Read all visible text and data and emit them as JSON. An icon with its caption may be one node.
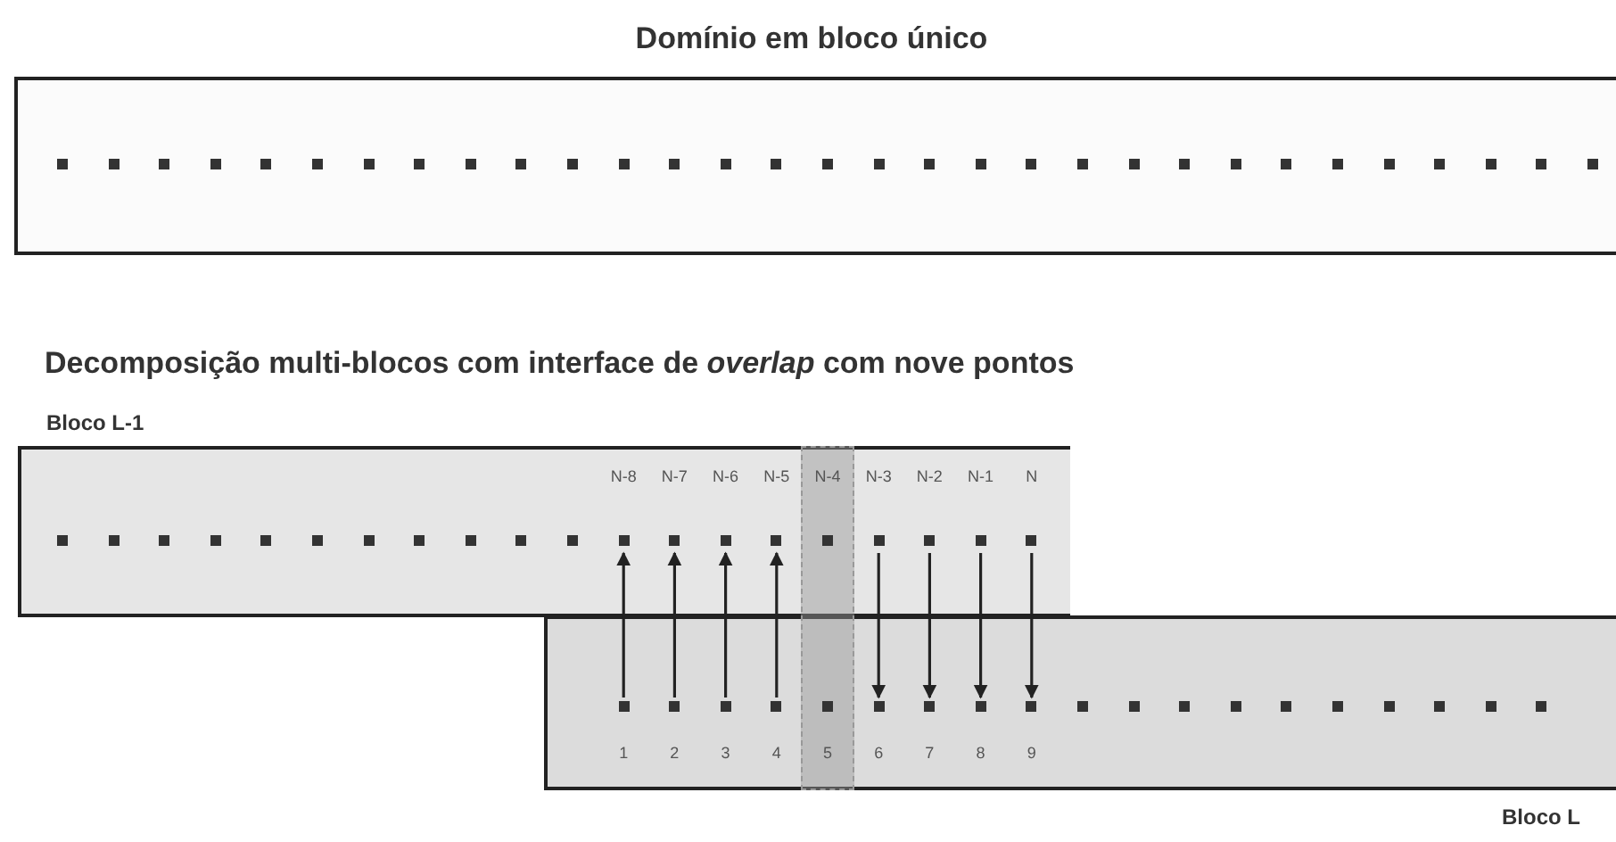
{
  "diagram": {
    "nodes": [
      {
        "text": [
          "Domínio em bloco único"
        ]
      },
      {
        "text": [
          "Bloco L-1"
        ]
      },
      {
        "text": [
          "N-8"
        ],
        "in": 1
      },
      {
        "text": [
          "N-7"
        ],
        "in": 1
      },
      {
        "text": [
          "N-6"
        ],
        "in": 1
      },
      {
        "text": [
          "N-5"
        ],
        "in": 1
      },
      {
        "text": [
          "N-4"
        ],
        "in": 1
      },
      {
        "text": [
          "N-3"
        ],
        "in": 1
      },
      {
        "text": [
          "N-2"
        ],
        "in": 1
      },
      {
        "text": [
          "N-1"
        ],
        "in": 1
      },
      {
        "text": [
          "N"
        ],
        "in": 1
      },
      {
        "text": [
          "Bloco L"
        ]
      },
      {
        "text": [
          "1"
        ],
        "in": 11
      },
      {
        "text": [
          "2"
        ],
        "in": 11
      },
      {
        "text": [
          "3"
        ],
        "in": 11
      },
      {
        "text": [
          "4"
        ],
        "in": 11
      },
      {
        "text": [
          "5"
        ],
        "in": 11
      },
      {
        "text": [
          "6"
        ],
        "in": 11
      },
      {
        "text": [
          "7"
        ],
        "in": 11
      },
      {
        "text": [
          "8"
        ],
        "in": 11
      },
      {
        "text": [
          "9"
        ],
        "in": 11
      }
    ],
    "edges": [
      {
        "from": 12,
        "to": 2,
        "arrow": "to"
      },
      {
        "from": 13,
        "to": 3,
        "arrow": "to"
      },
      {
        "from": 14,
        "to": 4,
        "arrow": "to"
      },
      {
        "from": 15,
        "to": 5,
        "arrow": "to"
      },
      {
        "from": 7,
        "to": 17,
        "arrow": "to"
      },
      {
        "from": 8,
        "to": 18,
        "arrow": "to"
      },
      {
        "from": 9,
        "to": 19,
        "arrow": "to"
      },
      {
        "from": 10,
        "to": 20,
        "arrow": "to"
      }
    ],
    "labels": [
      "Decomposição multi-blocos com interface de *overlap* com nove pontos"
    ]
  }
}
